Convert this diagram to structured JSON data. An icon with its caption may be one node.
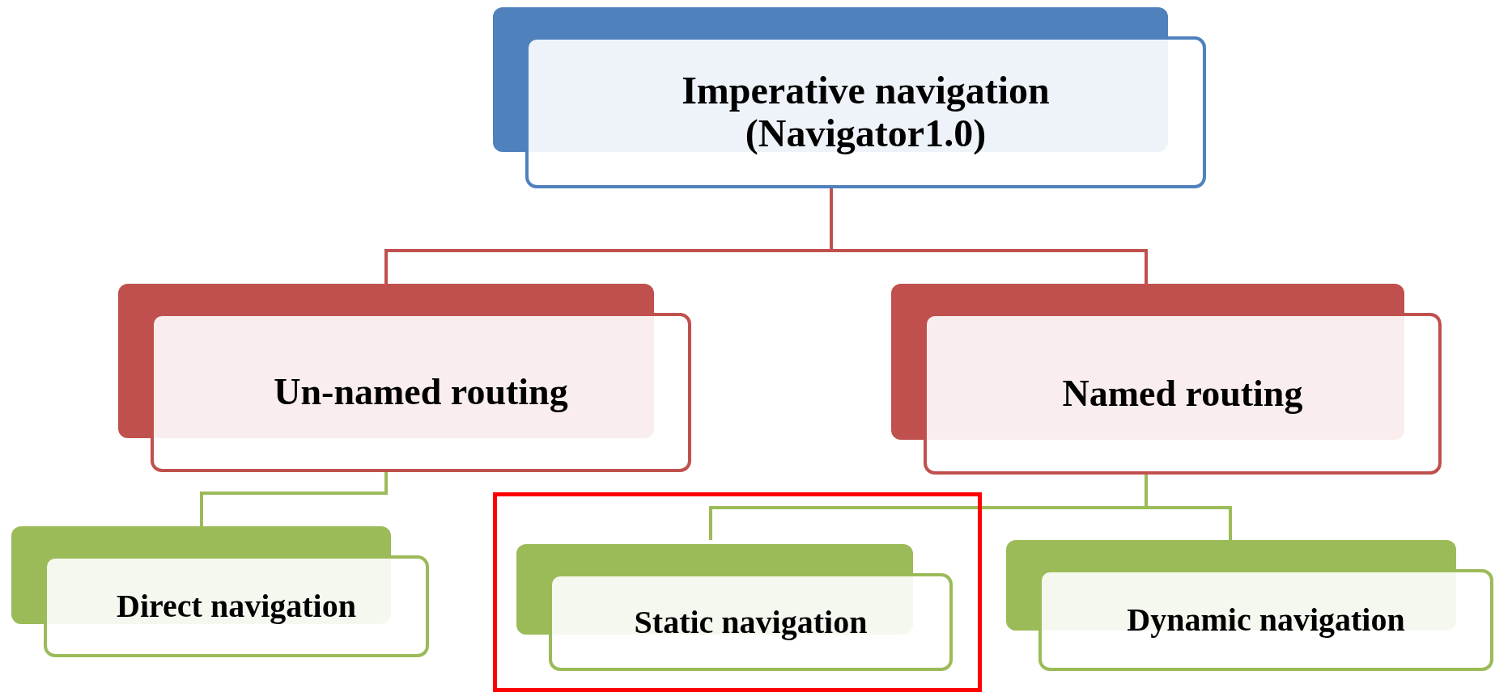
{
  "diagram": {
    "nodes": [
      {
        "text": [
          "Imperative navigation (Navigator1.0)"
        ]
      },
      {
        "text": [
          "Un-named routing"
        ]
      },
      {
        "text": [
          "Named routing"
        ]
      },
      {
        "text": [
          "Direct navigation"
        ]
      },
      {
        "text": [],
        "shape": "box"
      },
      {
        "text": [
          "Static navigation"
        ],
        "in": 4
      },
      {
        "text": [
          "Dynamic navigation"
        ]
      }
    ],
    "edges": [
      {
        "from": 0,
        "to": 1,
        "arrow": "none",
        "color": "#c0504d"
      },
      {
        "from": 0,
        "to": 2,
        "arrow": "none",
        "color": "#c0504d"
      },
      {
        "from": 1,
        "to": 3,
        "arrow": "none"
      },
      {
        "from": 2,
        "to": 5,
        "arrow": "none"
      },
      {
        "from": 2,
        "to": 6,
        "arrow": "none"
      }
    ]
  }
}
